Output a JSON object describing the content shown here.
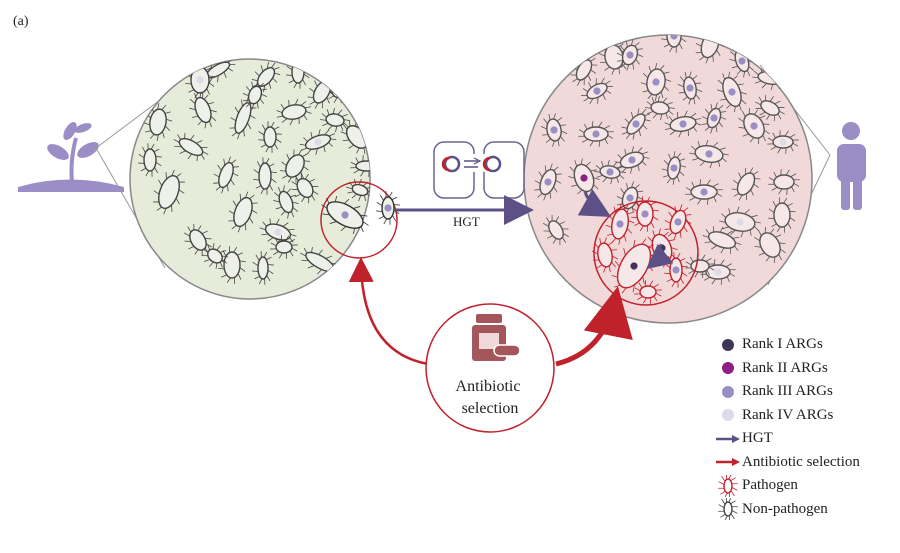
{
  "panel_label": "(a)",
  "hgt_label": "HGT",
  "center_label": [
    "Antibiotic",
    "selection"
  ],
  "legend": {
    "rank1": "Rank I ARGs",
    "rank2": "Rank II ARGs",
    "rank3": "Rank III ARGs",
    "rank4": "Rank IV ARGs",
    "hgt": "HGT",
    "antibiotic": "Antibiotic selection",
    "pathogen": "Pathogen",
    "nonpathogen": "Non-pathogen"
  },
  "colors": {
    "rank1": "#3f3558",
    "rank2": "#8e1f86",
    "rank3": "#9a8fc4",
    "rank4": "#dcdbe6",
    "hgt_arrow": "#5c5087",
    "antibiotic_arrow": "#c0222c",
    "soil_bg": "#e6ecd9",
    "human_bg": "#f1d9da",
    "icon_purple": "#9b8dc6",
    "bottle": "#a4565a"
  }
}
